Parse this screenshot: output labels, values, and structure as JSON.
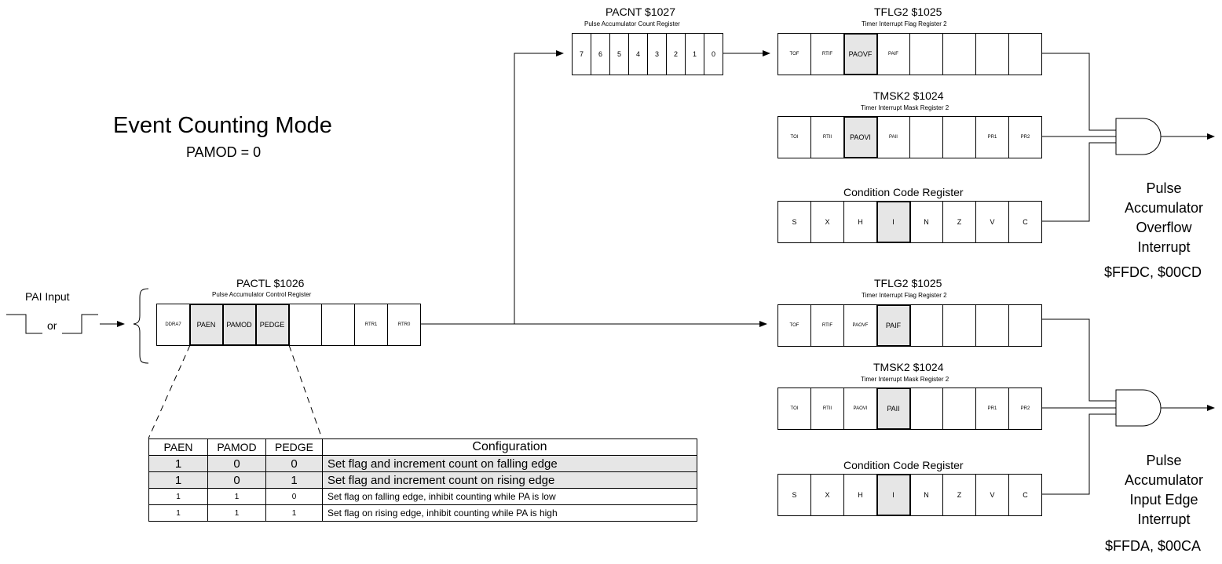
{
  "mode": {
    "title": "Event Counting Mode",
    "subtitle": "PAMOD  = 0"
  },
  "input": {
    "label": "PAI Input",
    "or": "or"
  },
  "pactl": {
    "title": "PACTL  $1026",
    "sub": "Pulse Accumulator Control Register",
    "bits": [
      "DDRA7",
      "PAEN",
      "PAMOD",
      "PEDGE",
      "",
      "",
      "RTR1",
      "RTR0"
    ]
  },
  "pacnt": {
    "title": "PACNT  $1027",
    "sub": "Pulse Accumulator Count Register",
    "bits": [
      "7",
      "6",
      "5",
      "4",
      "3",
      "2",
      "1",
      "0"
    ]
  },
  "tflg2_a": {
    "title": "TFLG2  $1025",
    "sub": "Timer Interrupt Flag Register 2",
    "bits": [
      "TOF",
      "RTIF",
      "PAOVF",
      "PAIF",
      "",
      "",
      "",
      ""
    ]
  },
  "tmsk2_a": {
    "title": "TMSK2  $1024",
    "sub": "Timer Interrupt Mask Register 2",
    "bits": [
      "TOI",
      "RTII",
      "PAOVI",
      "PAII",
      "",
      "",
      "PR1",
      "PR2"
    ]
  },
  "ccr_a": {
    "title": "Condition Code Register",
    "bits": [
      "S",
      "X",
      "H",
      "I",
      "N",
      "Z",
      "V",
      "C"
    ]
  },
  "tflg2_b": {
    "title": "TFLG2  $1025",
    "sub": "Timer Interrupt Flag Register 2",
    "bits": [
      "TOF",
      "RTIF",
      "PAOVF",
      "PAIF",
      "",
      "",
      "",
      ""
    ]
  },
  "tmsk2_b": {
    "title": "TMSK2  $1024",
    "sub": "Timer Interrupt Mask Register 2",
    "bits": [
      "TOI",
      "RTII",
      "PAOVI",
      "PAII",
      "",
      "",
      "PR1",
      "PR2"
    ]
  },
  "ccr_b": {
    "title": "Condition Code Register",
    "bits": [
      "S",
      "X",
      "H",
      "I",
      "N",
      "Z",
      "V",
      "C"
    ]
  },
  "overflow": {
    "line1": "Pulse",
    "line2": "Accumulator",
    "line3": "Overflow",
    "line4": "Interrupt",
    "vector": "$FFDC,  $00CD"
  },
  "edge": {
    "line1": "Pulse",
    "line2": "Accumulator",
    "line3": "Input Edge",
    "line4": "Interrupt",
    "vector": "$FFDA,  $00CA"
  },
  "table": {
    "headers": [
      "PAEN",
      "PAMOD",
      "PEDGE",
      "Configuration"
    ],
    "rows": [
      [
        "1",
        "0",
        "0",
        "Set flag and increment count on falling edge"
      ],
      [
        "1",
        "0",
        "1",
        "Set flag and increment count on rising edge"
      ],
      [
        "1",
        "1",
        "0",
        "Set flag on falling edge, inhibit counting while PA is low"
      ],
      [
        "1",
        "1",
        "1",
        "Set flag on rising edge, inhibit counting while PA is high"
      ]
    ]
  },
  "colors": {
    "highlight": "#e6e6e6",
    "line": "#000000"
  }
}
